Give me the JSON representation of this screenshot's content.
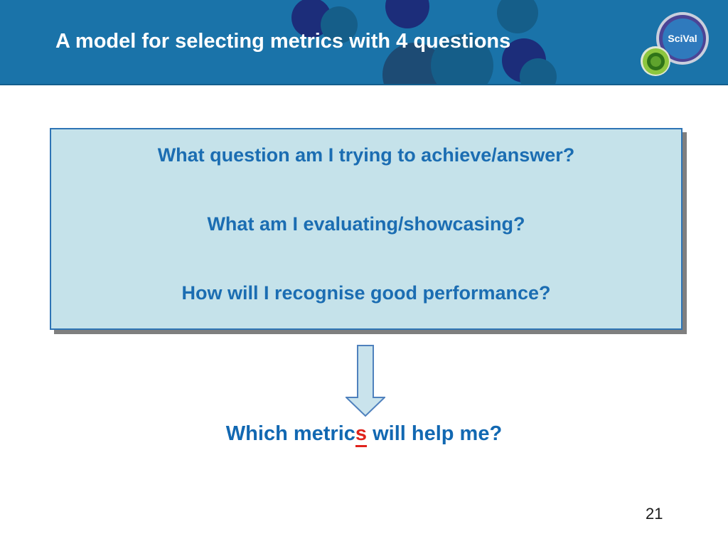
{
  "header": {
    "title": "A model for selecting metrics with 4 questions"
  },
  "logo": {
    "name": "SciVal"
  },
  "question_box": {
    "questions": [
      "What question am I trying to achieve/answer?",
      "What am I evaluating/showcasing?",
      "How will I recognise good performance?"
    ]
  },
  "conclusion": {
    "prefix": "Which metric",
    "highlight": "s",
    "suffix": " will help me?"
  },
  "footer": {
    "page_number": "21"
  },
  "colors": {
    "header_background": "#1a73a9",
    "navy_circle": "#1c2d7a",
    "teal_circle": "#155e89",
    "box_fill": "#c5e2ea",
    "box_border": "#2e74b5",
    "box_shadow": "#7f7f7f",
    "question_text": "#1b6db2",
    "conclusion_text": "#1268b2",
    "highlight_red": "#e0231c",
    "arrow_fill": "#c9e3ec",
    "arrow_border": "#4f81bd",
    "logo_ring_purple": "#4b4496",
    "logo_blue": "#2f7abd",
    "logo_green": "#8dc63f",
    "title_text": "#ffffff"
  }
}
